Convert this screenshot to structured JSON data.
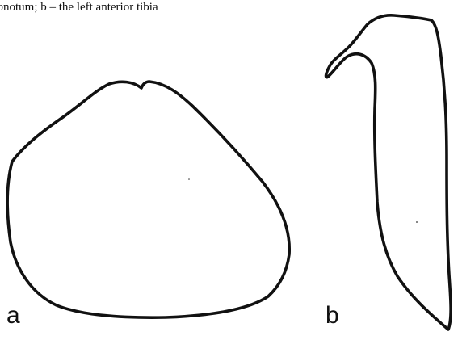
{
  "figure": {
    "caption": "pronotum; b – the left anterior tibia",
    "panels": [
      {
        "label": "a",
        "subject": "pronotum outline"
      },
      {
        "label": "b",
        "subject": "left anterior tibia outline"
      }
    ],
    "colors": {
      "ink": "#111111",
      "background": "#ffffff"
    }
  }
}
